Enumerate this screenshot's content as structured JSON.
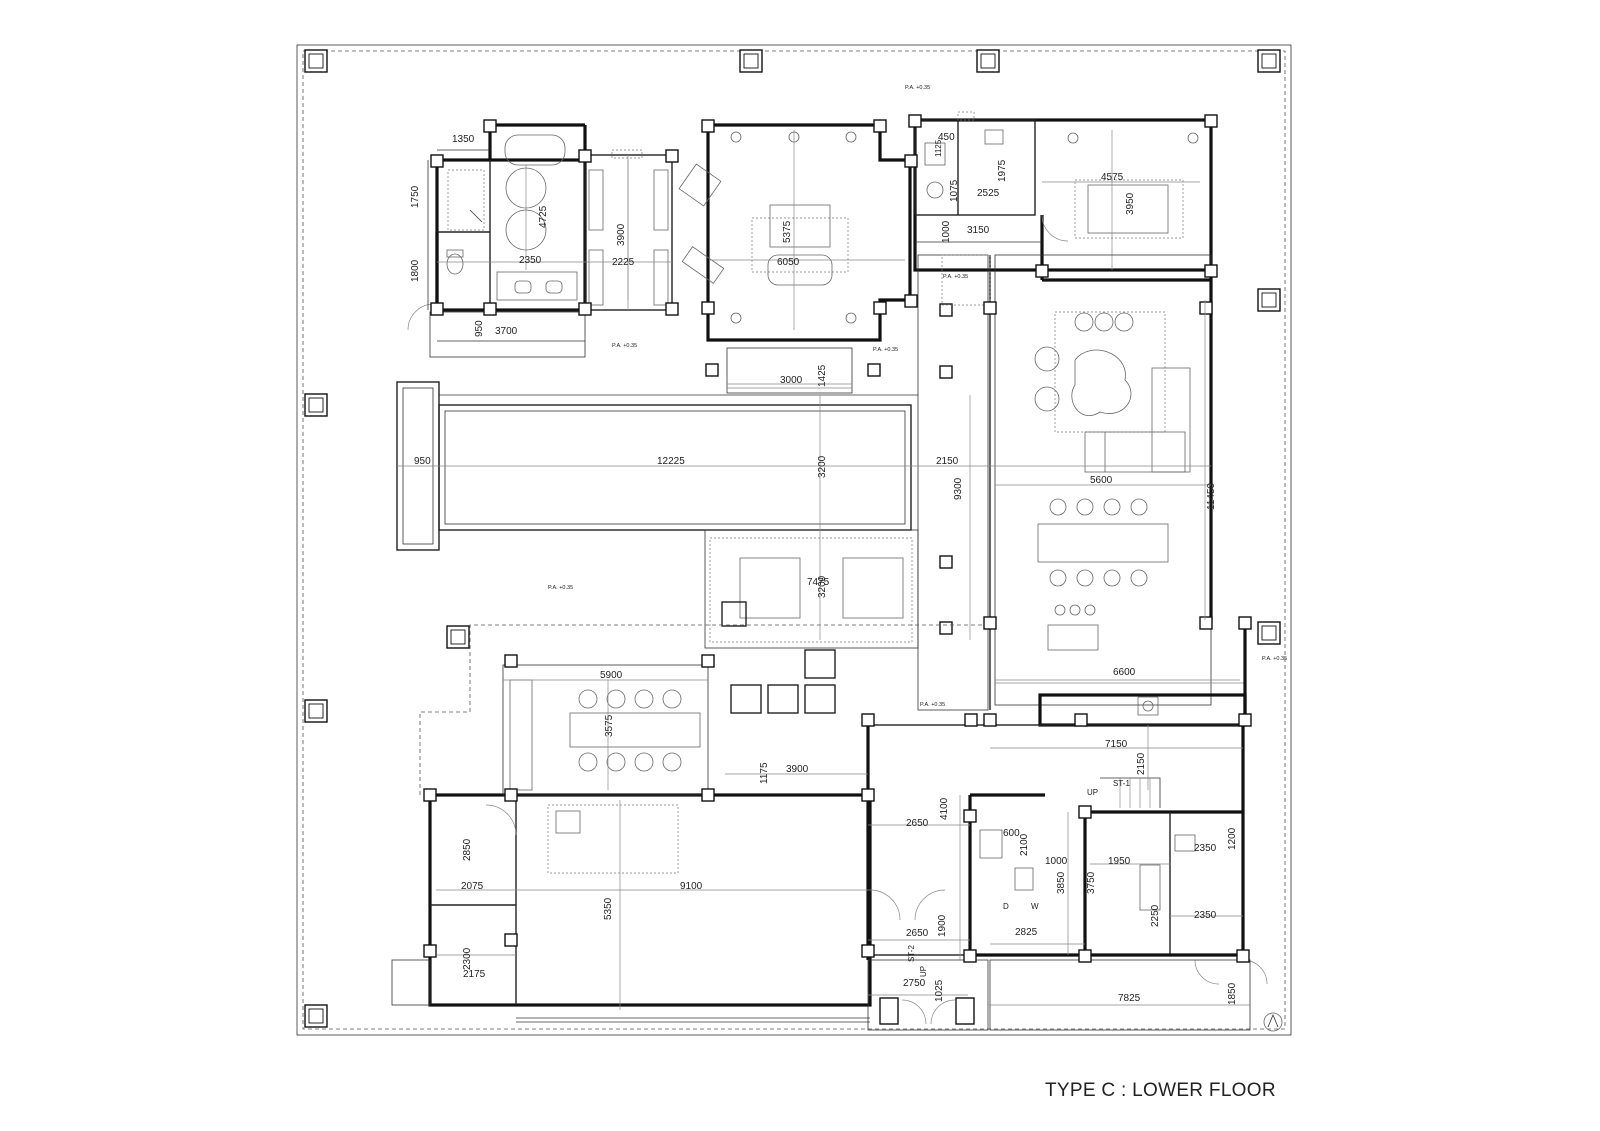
{
  "drawing": {
    "title": "TYPE C : LOWER FLOOR",
    "level_note": "P.A. +0.35"
  },
  "dimensions": {
    "d1350": "1350",
    "d1750": "1750",
    "d4725": "4725",
    "d1800": "1800",
    "d2350a": "2350",
    "d950a": "950",
    "d3700": "3700",
    "d3900a": "3900",
    "d2225": "2225",
    "d5375": "5375",
    "d6050": "6050",
    "d450": "450",
    "d1125": "1125",
    "d1975": "1975",
    "d1075": "1075",
    "d2525": "2525",
    "d4575": "4575",
    "d3950": "3950",
    "d1000a": "1000",
    "d3150": "3150",
    "d3000": "3000",
    "d1425": "1425",
    "d950b": "950",
    "d12225": "12225",
    "d3200a": "3200",
    "d2150a": "2150",
    "d9300": "9300",
    "d5600": "5600",
    "d11450": "11450",
    "d3200b": "3200",
    "d7475": "7475",
    "d6600": "6600",
    "d5900": "5900",
    "d3575": "3575",
    "d7150": "7150",
    "d1175": "1175",
    "d3900b": "3900",
    "d2150b": "2150",
    "d4100": "4100",
    "d2650a": "2650",
    "d600": "600",
    "d2100": "2100",
    "d1000b": "1000",
    "d1950": "1950",
    "d2350b": "2350",
    "d1200": "1200",
    "d2850": "2850",
    "d2075": "2075",
    "d9100": "9100",
    "d5350": "5350",
    "d3850": "3850",
    "d3750": "3750",
    "d2250": "2250",
    "d2350c": "2350",
    "d2650b": "2650",
    "d1900": "1900",
    "d2825": "2825",
    "d2300": "2300",
    "d2175": "2175",
    "d2750": "2750",
    "d1025": "1025",
    "d7825": "7825",
    "d1850": "1850"
  },
  "stair_labels": {
    "up1": "UP",
    "st1": "ST-1",
    "up2": "UP",
    "st2": "ST-2"
  },
  "appliance_labels": {
    "d": "D",
    "w": "W"
  }
}
